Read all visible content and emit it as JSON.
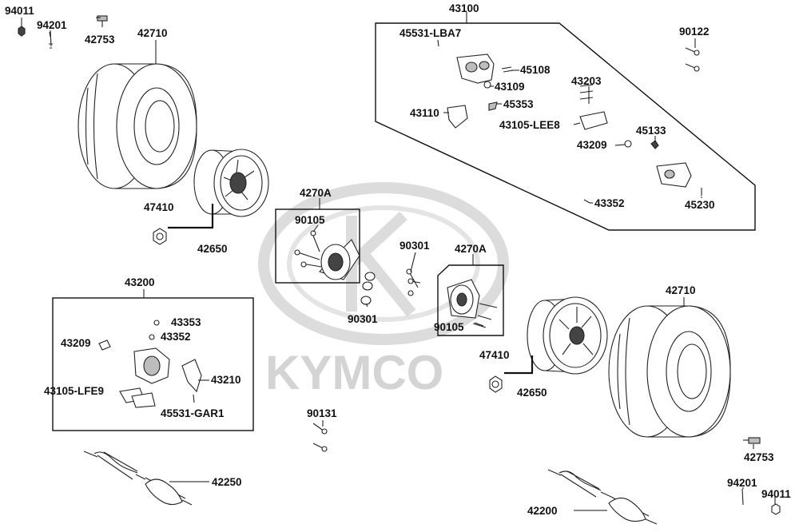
{
  "watermark": {
    "text": "KYMCO"
  },
  "groups": {
    "caliper_front": {
      "number": "43100"
    },
    "caliper_rear": {
      "number": "43200"
    },
    "hub_left": {
      "number": "4270A"
    },
    "hub_right": {
      "number": "4270A"
    }
  },
  "labels": {
    "l94011_top": "94011",
    "l94201_top": "94201",
    "l42753_top": "42753",
    "l42710_top": "42710",
    "l47410_left": "47410",
    "l42650_left": "42650",
    "l90105_left": "90105",
    "l43200": "43200",
    "l43353": "43353",
    "l43352_rear": "43352",
    "l43209_rear": "43209",
    "l43210": "43210",
    "l43105_lfe9": "43105-LFE9",
    "l45531_gar1": "45531-GAR1",
    "l90131": "90131",
    "l42250": "42250",
    "l90301_top": "90301",
    "l90301_bot": "90301",
    "l90105_right": "90105",
    "l43100": "43100",
    "l45531_lba7": "45531-LBA7",
    "l45108": "45108",
    "l43109": "43109",
    "l45353": "45353",
    "l43110": "43110",
    "l43203": "43203",
    "l43105_lee8": "43105-LEE8",
    "l45133": "45133",
    "l43209_front": "43209",
    "l45230": "45230",
    "l43352_front": "43352",
    "l90122": "90122",
    "l42710_bot": "42710",
    "l47410_right": "47410",
    "l42650_right": "42650",
    "l42753_bot": "42753",
    "l94201_bot": "94201",
    "l94011_bot": "94011",
    "l42200": "42200"
  }
}
